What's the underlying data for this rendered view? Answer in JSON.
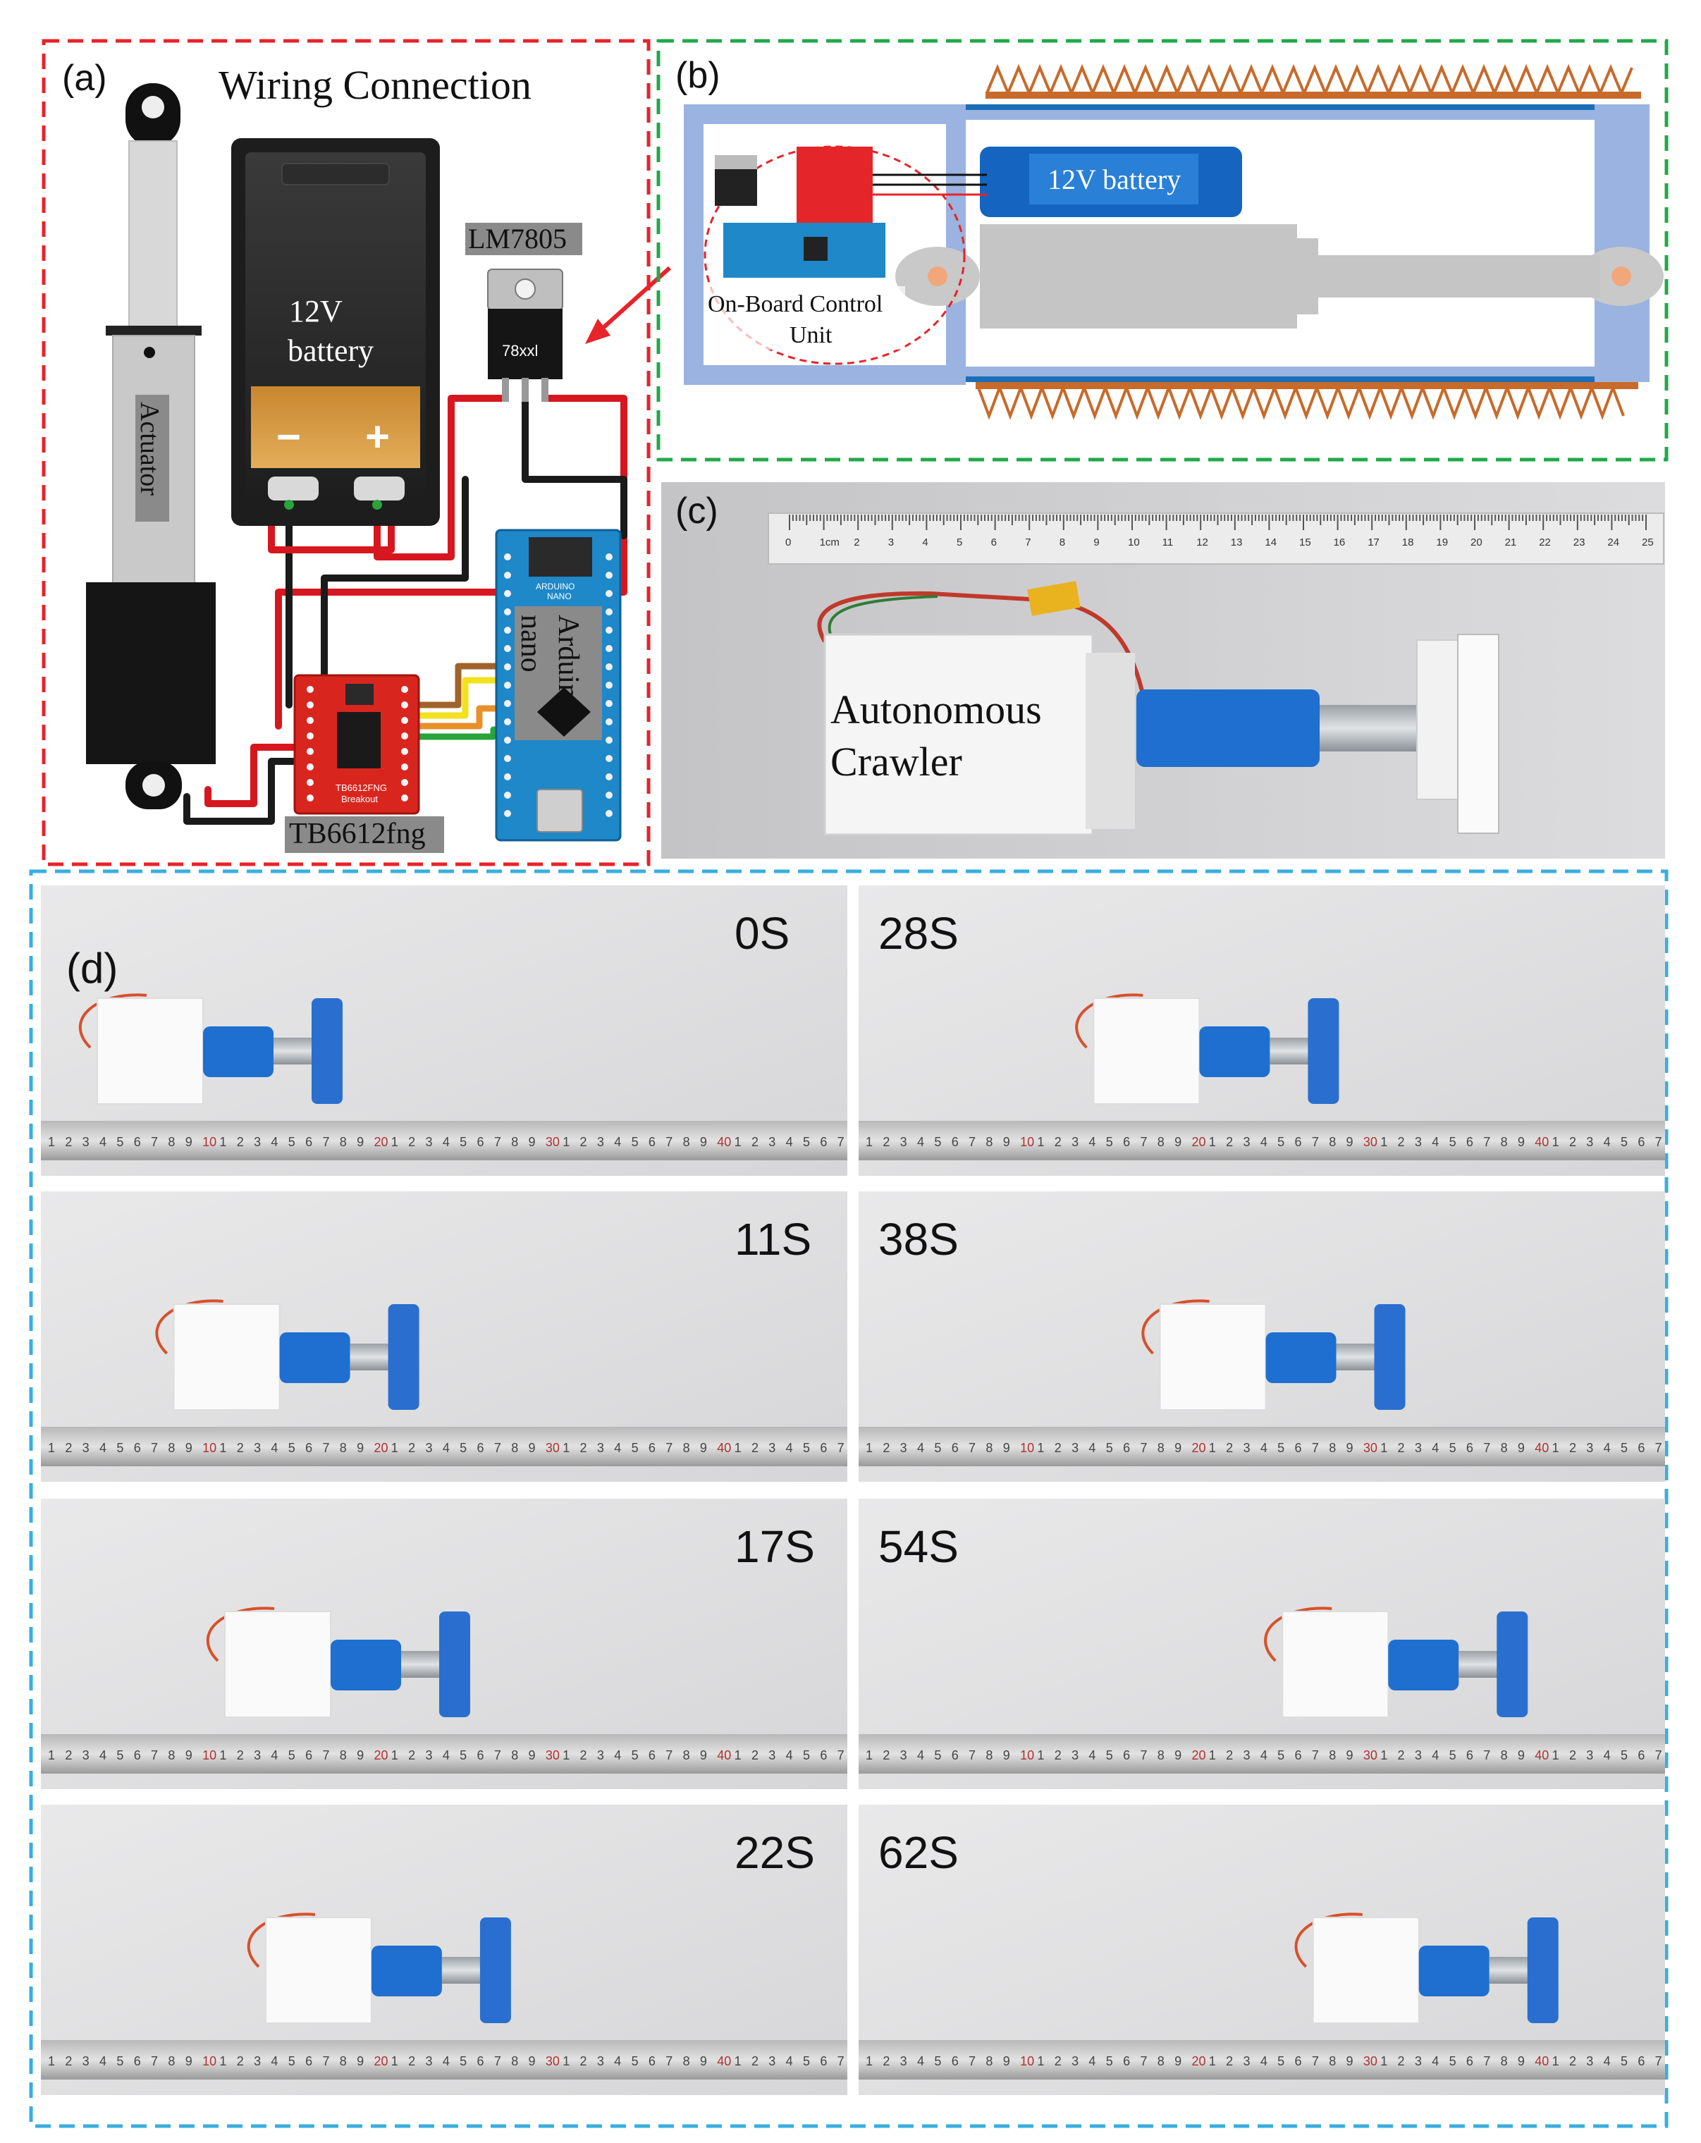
{
  "panel_a": {
    "label": "(a)",
    "title": "Wiring Connection",
    "battery_line1": "12V",
    "battery_line2": "battery",
    "minus": "−",
    "plus": "+",
    "regulator_name": "LM7805",
    "regulator_chip": "78xxl",
    "actuator": "Actuator",
    "arduino_line1": "Arduino",
    "arduino_line2": "nano",
    "arduino_board_text": "ARDUINO",
    "arduino_board_text2": "NANO",
    "driver_name": "TB6612fng",
    "driver_board_text": "TB6612FNG",
    "driver_board_text2": "Breakout",
    "frame_color": "#e8232a",
    "wire_red": "#d7171f",
    "wire_black": "#1a1a1a",
    "wire_orange": "#e8902a",
    "wire_yellow": "#f2e11c",
    "wire_green": "#2aa33a"
  },
  "panel_b": {
    "label": "(b)",
    "battery": "12V battery",
    "control_unit_line1": "On-Board Control",
    "control_unit_line2": "Unit",
    "frame_color": "#22a84a",
    "body_color": "#9ab3e0",
    "battery_color": "#1565c0"
  },
  "panel_c": {
    "label": "(c)",
    "crawler_line1": "Autonomous",
    "crawler_line2": "Crawler",
    "ruler_marks": [
      "0",
      "1cm",
      "2",
      "3",
      "4",
      "5",
      "6",
      "7",
      "8",
      "9",
      "10",
      "11",
      "12",
      "13",
      "14",
      "15",
      "16",
      "17",
      "18",
      "19",
      "20",
      "21",
      "22",
      "23",
      "24",
      "25"
    ]
  },
  "panel_d": {
    "label": "(d)",
    "frame_color": "#3aaee0",
    "frames": [
      {
        "time": "0S"
      },
      {
        "time": "28S"
      },
      {
        "time": "11S"
      },
      {
        "time": "38S"
      },
      {
        "time": "17S"
      },
      {
        "time": "54S"
      },
      {
        "time": "22S"
      },
      {
        "time": "62S"
      }
    ],
    "crawler_progress": [
      0.0,
      0.35,
      0.15,
      0.48,
      0.25,
      0.72,
      0.33,
      0.78
    ],
    "ruler_digits": [
      "1",
      "2",
      "3",
      "4",
      "5",
      "6",
      "7",
      "8",
      "9",
      "10",
      "1",
      "2",
      "3",
      "4",
      "5",
      "6",
      "7",
      "8",
      "9",
      "20",
      "1",
      "2",
      "3",
      "4",
      "5",
      "6",
      "7",
      "8",
      "9",
      "30",
      "1",
      "2",
      "3",
      "4",
      "5",
      "6",
      "7",
      "8",
      "9",
      "40",
      "1",
      "2",
      "3",
      "4",
      "5",
      "6",
      "7"
    ]
  }
}
